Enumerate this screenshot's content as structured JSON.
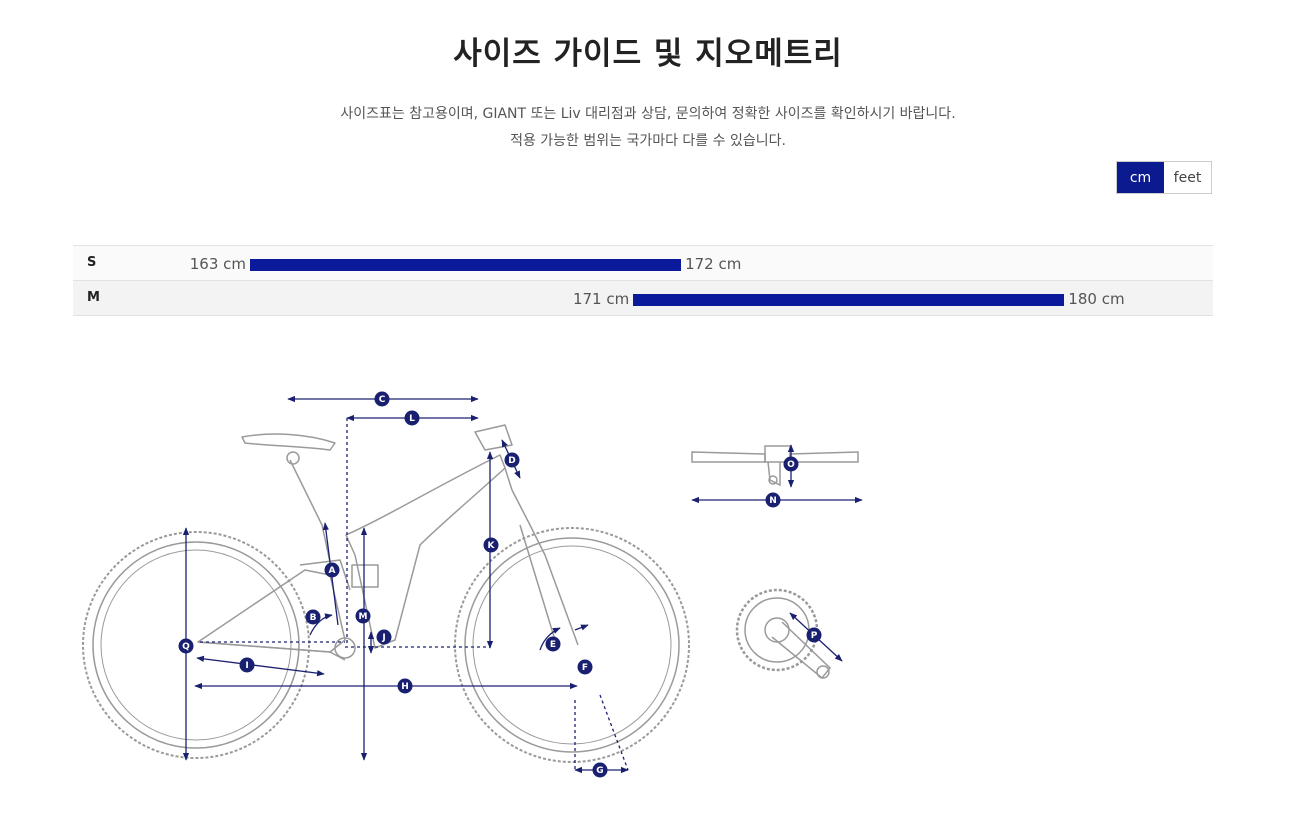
{
  "header": {
    "title": "사이즈 가이드 및 지오메트리",
    "subtitle_line1": "사이즈표는 참고용이며, GIANT 또는 Liv 대리점과 상담, 문의하여 정확한 사이즈를 확인하시기 바랍니다.",
    "subtitle_line2": "적용 가능한 범위는 국가마다 다를 수 있습니다."
  },
  "unit_toggle": {
    "options": [
      {
        "label": "cm",
        "active": true
      },
      {
        "label": "feet",
        "active": false
      }
    ]
  },
  "size_chart": {
    "rows": [
      {
        "size": "S",
        "min_label": "163 cm",
        "max_label": "172 cm",
        "min": 163,
        "max": 172
      },
      {
        "size": "M",
        "min_label": "171 cm",
        "max_label": "180 cm",
        "min": 171,
        "max": 180
      }
    ]
  },
  "geometry_diagram": {
    "markers": [
      "A",
      "B",
      "C",
      "D",
      "E",
      "F",
      "G",
      "H",
      "I",
      "J",
      "K",
      "L",
      "M",
      "N",
      "O",
      "P",
      "Q"
    ],
    "accent_color": "#1a2070",
    "frame_color": "#9a9a9a"
  }
}
